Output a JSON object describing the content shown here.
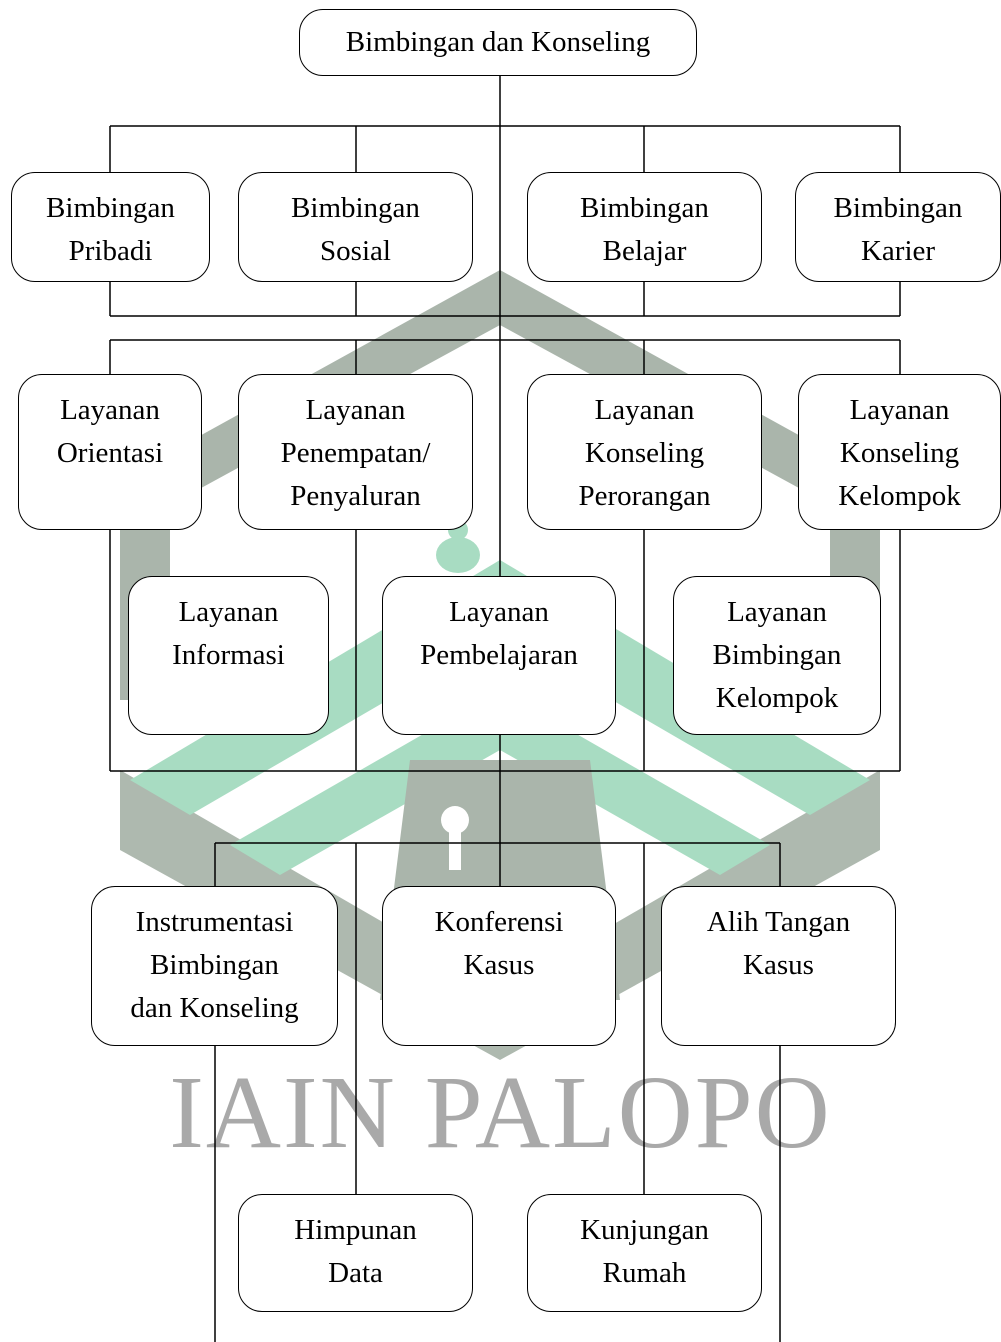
{
  "diagram": {
    "root": {
      "lines": [
        "Bimbingan dan Konseling"
      ]
    },
    "bimbingan": [
      {
        "id": "pribadi",
        "lines": [
          "Bimbingan",
          "Pribadi"
        ]
      },
      {
        "id": "sosial",
        "lines": [
          "Bimbingan",
          "Sosial"
        ]
      },
      {
        "id": "belajar",
        "lines": [
          "Bimbingan",
          "Belajar"
        ]
      },
      {
        "id": "karier",
        "lines": [
          "Bimbingan",
          "Karier"
        ]
      }
    ],
    "layanan": [
      {
        "id": "orientasi",
        "lines": [
          "Layanan",
          "Orientasi"
        ]
      },
      {
        "id": "penempatan",
        "lines": [
          "Layanan",
          "Penempatan/",
          "Penyaluran"
        ]
      },
      {
        "id": "konseling-perorangan",
        "lines": [
          "Layanan",
          "Konseling",
          "Perorangan"
        ]
      },
      {
        "id": "konseling-kelompok",
        "lines": [
          "Layanan",
          "Konseling",
          "Kelompok"
        ]
      },
      {
        "id": "informasi",
        "lines": [
          "Layanan",
          "Informasi"
        ]
      },
      {
        "id": "pembelajaran",
        "lines": [
          "Layanan",
          "Pembelajaran"
        ]
      },
      {
        "id": "bimbingan-kelompok",
        "lines": [
          "Layanan",
          "Bimbingan",
          "Kelompok"
        ]
      }
    ],
    "pendukung": [
      {
        "id": "instrumentasi",
        "lines": [
          "Instrumentasi",
          "Bimbingan",
          "dan Konseling"
        ]
      },
      {
        "id": "konferensi",
        "lines": [
          "Konferensi",
          "Kasus"
        ]
      },
      {
        "id": "alih-tangan",
        "lines": [
          "Alih Tangan",
          "Kasus"
        ]
      },
      {
        "id": "himpunan",
        "lines": [
          "Himpunan",
          "Data"
        ]
      },
      {
        "id": "kunjungan",
        "lines": [
          "Kunjungan",
          "Rumah"
        ]
      }
    ]
  },
  "watermark": {
    "text": "IAIN PALOPO",
    "colors": {
      "grey": "#aab5ab",
      "green": "#a8dcc2"
    }
  }
}
